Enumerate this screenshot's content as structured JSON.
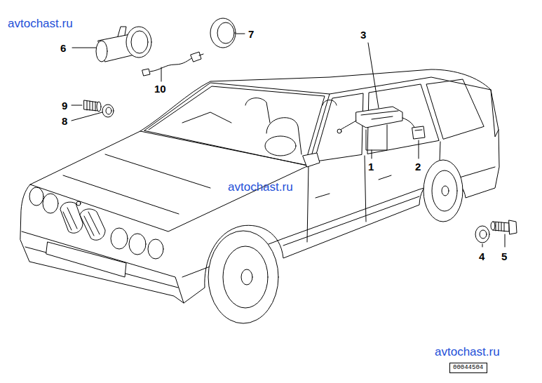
{
  "diagram": {
    "nodes": [
      {
        "text": [
          "00044504"
        ]
      }
    ],
    "labels": [
      "avtochast.ru",
      "3",
      "6",
      "7",
      "10",
      "9",
      "8",
      "1",
      "2",
      "avtochast.ru",
      "4",
      "5",
      "avtochast.ru"
    ]
  }
}
